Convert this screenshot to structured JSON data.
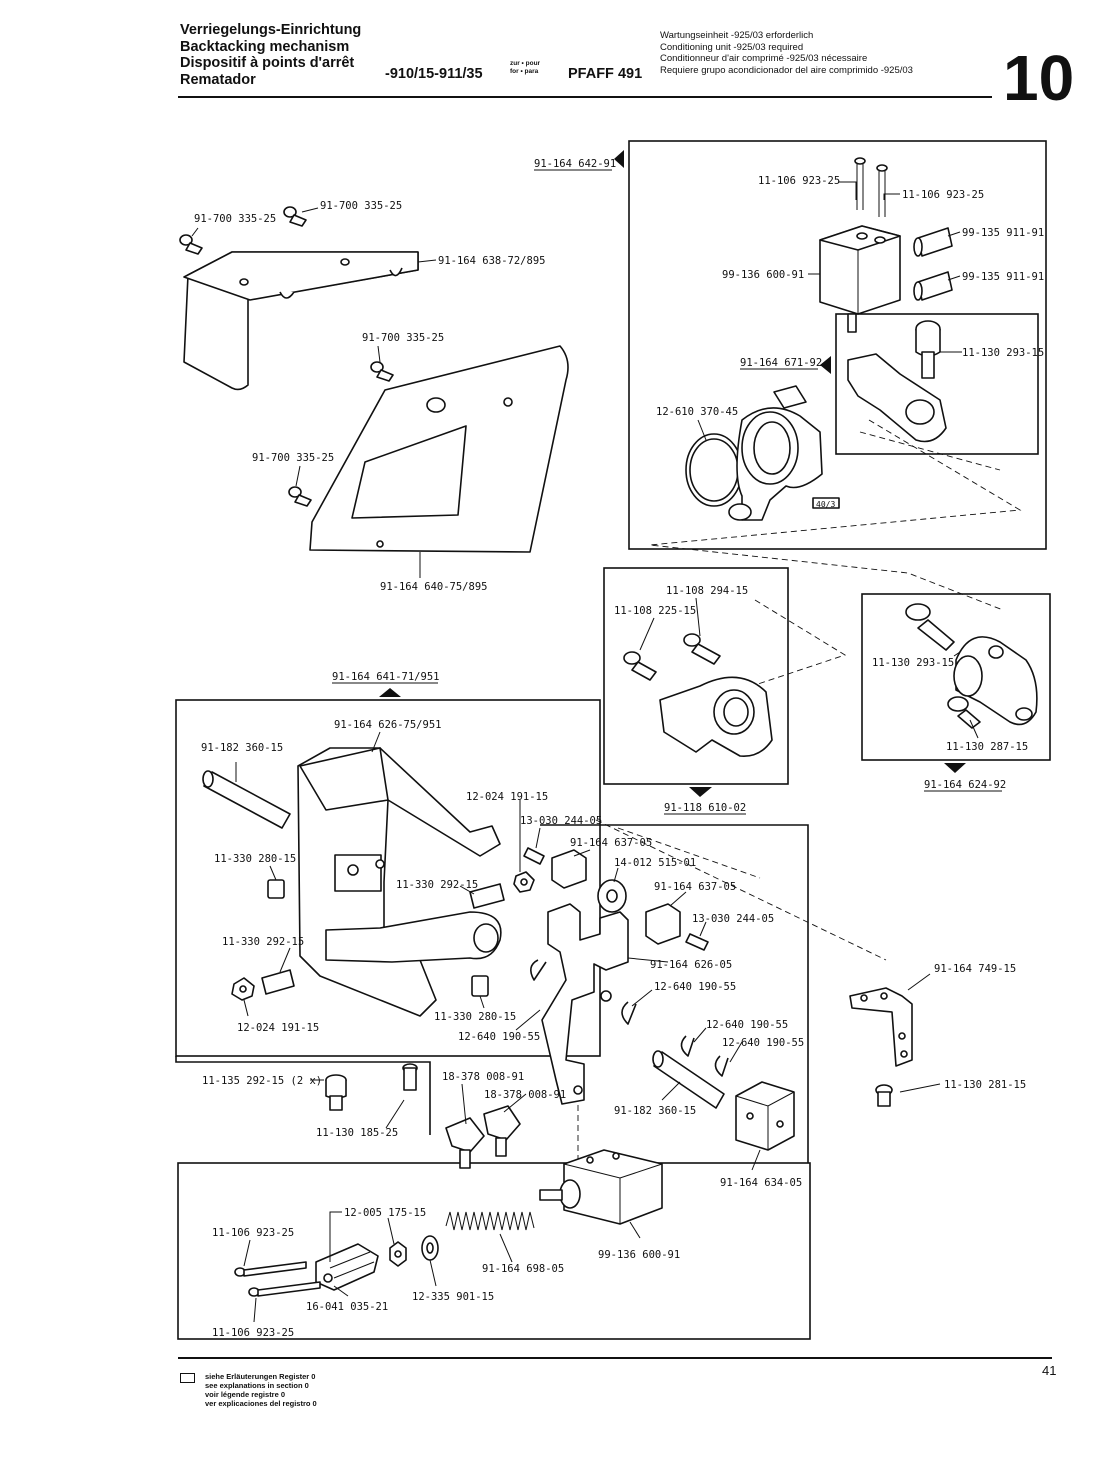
{
  "header": {
    "title_lines": [
      "Verriegelungs-Einrichtung",
      "Backtacking mechanism",
      "Dispositif à points d'arrêt",
      "Rematador"
    ],
    "variant": "-910/15-911/35",
    "for_label_lines": [
      "zur • pour",
      "for • para"
    ],
    "model": "PFAFF 491",
    "notes": [
      "Wartungseinheit -925/03 erforderlich",
      "Conditioning unit -925/03 required",
      "Conditionneur d'air comprimé -925/03 nécessaire",
      "Requiere grupo acondicionador del aire comprimido -925/03"
    ],
    "section_number": "10"
  },
  "footer": {
    "page_number": "41",
    "legend_lines": [
      "siehe Erläuterungen Register 0",
      "see explanations in section 0",
      "voir légende registre 0",
      "ver explicaciones del registro 0"
    ]
  },
  "diagram": {
    "assembly_labels": {
      "valve_assembly": "91-164 642-91",
      "bracket_assembly": "91-164 671-92",
      "frame_assembly": "91-164 641-71/951",
      "clamp_assembly": "91-118 610-02",
      "lever_assembly": "91-164 624-92"
    },
    "callout_40_3": "40/3",
    "parts": {
      "screw_a1": "91-700 335-25",
      "screw_a2": "91-700 335-25",
      "cover": "91-164 638-72/895",
      "screw_a3": "91-700 335-25",
      "screw_a4": "91-700 335-25",
      "plate": "91-164 640-75/895",
      "screw_v1": "11-106 923-25",
      "screw_v2": "11-106 923-25",
      "fitting_1": "99-135 911-91",
      "fitting_2": "99-135 911-91",
      "valve_block": "99-136 600-91",
      "screw_b1": "11-130 293-15",
      "retaining_ring": "12-610 370-45",
      "screw_c1": "11-108 294-15",
      "screw_c2": "11-108 225-15",
      "screw_l1": "11-130 293-15",
      "screw_l2": "11-130 287-15",
      "frame": "91-164 626-75/951",
      "pin_1": "91-182 360-15",
      "nut_1": "12-024 191-15",
      "pin_small_1": "13-030 244-05",
      "block_1": "91-164 637-05",
      "bearing": "14-012 515-01",
      "setscrew_1": "11-330 280-15",
      "setscrew_2": "11-330 292-15",
      "block_2": "91-164 637-05",
      "pin_small_2": "13-030 244-05",
      "setscrew_3": "11-330 292-15",
      "fork": "91-164 626-05",
      "angle_bracket": "91-164 749-15",
      "ring_1": "12-640 190-55",
      "setscrew_4": "11-330 280-15",
      "nut_2": "12-024 191-15",
      "ring_2": "12-640 190-55",
      "ring_3": "12-640 190-55",
      "ring_4": "12-640 190-55",
      "screw_x1": "11-135 292-15 (2 x)",
      "screw_x2": "11-130 185-25",
      "valve_f1": "18-378 008-91",
      "valve_f2": "18-378 008-91",
      "pin_2": "91-182 360-15",
      "screw_r": "11-130 281-15",
      "block_3": "91-164 634-05",
      "nut_3": "12-005 175-15",
      "screw_y1": "11-106 923-25",
      "clevis": "16-041 035-21",
      "spring": "91-164 698-05",
      "washer": "12-335 901-15",
      "cylinder": "99-136 600-91",
      "screw_y2": "11-106 923-25"
    }
  }
}
